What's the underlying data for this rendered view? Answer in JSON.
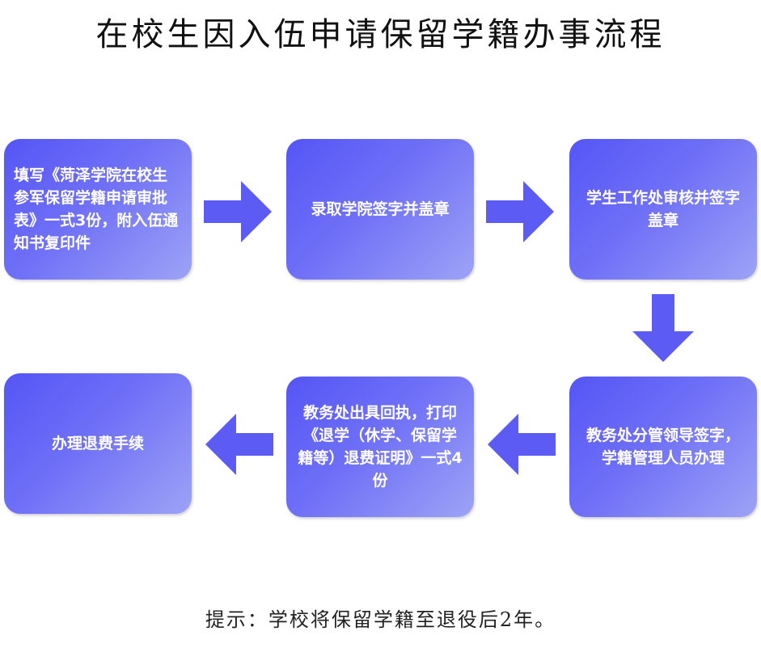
{
  "title": "在校生因入伍申请保留学籍办事流程",
  "steps": [
    {
      "text": "填写《菏泽学院在校生参军保留学籍申请审批表》一式3份，附入伍通知书复印件"
    },
    {
      "text": "录取学院签字并盖章"
    },
    {
      "text": "学生工作处审核并签字盖章"
    },
    {
      "text": "教务处分管领导签字，学籍管理人员办理"
    },
    {
      "text": "教务处出具回执，打印《退学（休学、保留学籍等）退费证明》一式4份"
    },
    {
      "text": "办理退费手续"
    }
  ],
  "note": "提示：学校将保留学籍至退役后2年。",
  "colors": {
    "box_start": "#5555f6",
    "box_end": "#9da3f5",
    "arrow": "#5c5cf5"
  }
}
